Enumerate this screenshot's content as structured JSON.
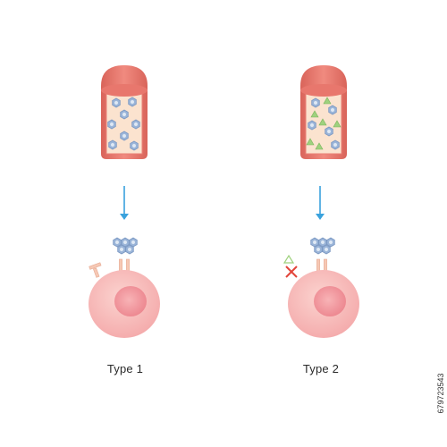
{
  "labels": {
    "type1": "Type 1",
    "type2": "Type 2"
  },
  "stock_id": "679723543",
  "icons": {
    "molecule_cluster": "hexagon-molecule-icon",
    "foreign_particle": "triangle-particle-icon",
    "receptor": "receptor-icon",
    "blocked_receptor": "red-cross-icon",
    "arrow": "arrow-down-icon"
  },
  "colors": {
    "vessel_wall": "#e98076",
    "vessel_wall_dark": "#d2635a",
    "vessel_lumen": "#fbe3cf",
    "molecule": "#9ab4d8",
    "particle": "#9fd17e",
    "arrow": "#3aa2dd",
    "cell_body": "#f7b3b3",
    "cell_nucleus": "#f1929a",
    "receptor": "#f6c8b4",
    "blocker": "#e2453a"
  }
}
